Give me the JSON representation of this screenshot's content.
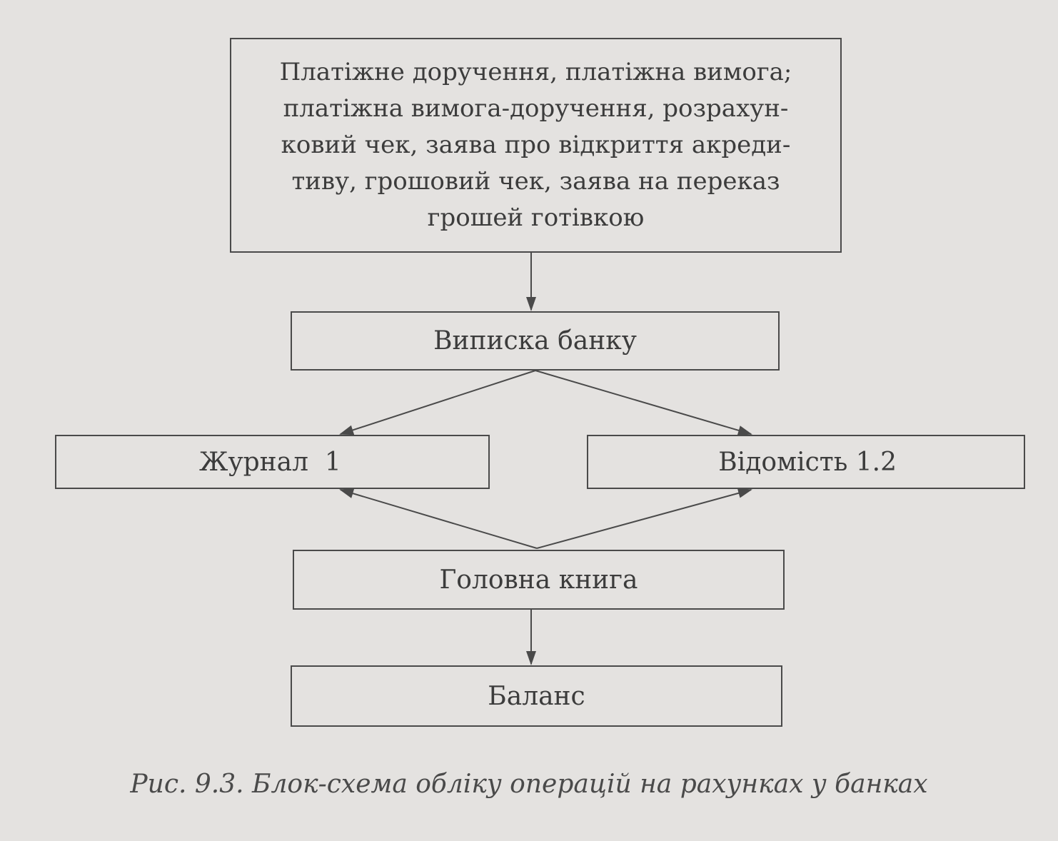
{
  "diagram": {
    "nodes": [
      {
        "id": "payment",
        "lines": [
          "Платіжне доручення, платіжна вимога;",
          "платіжна вимога-доручення, розрахун-",
          "ковий чек, заява про відкриття акреди-",
          "тиву, грошовий чек, заява на переказ",
          "грошей готівкою"
        ]
      },
      {
        "id": "statement",
        "label": "Виписка банку"
      },
      {
        "id": "journal",
        "label": "Журнал  1"
      },
      {
        "id": "vidomist",
        "label": "Відомість 1.2"
      },
      {
        "id": "ledger",
        "label": "Головна книга"
      },
      {
        "id": "balance",
        "label": "Баланс"
      }
    ],
    "edges": [
      {
        "from": "payment",
        "to": "statement"
      },
      {
        "from": "statement",
        "to": "journal"
      },
      {
        "from": "statement",
        "to": "vidomist"
      },
      {
        "from": "ledger",
        "to": "journal"
      },
      {
        "from": "ledger",
        "to": "vidomist"
      },
      {
        "from": "ledger",
        "to": "balance"
      }
    ],
    "caption": "Рис. 9.3. Блок-схема обліку операцій на рахунках у банках"
  }
}
